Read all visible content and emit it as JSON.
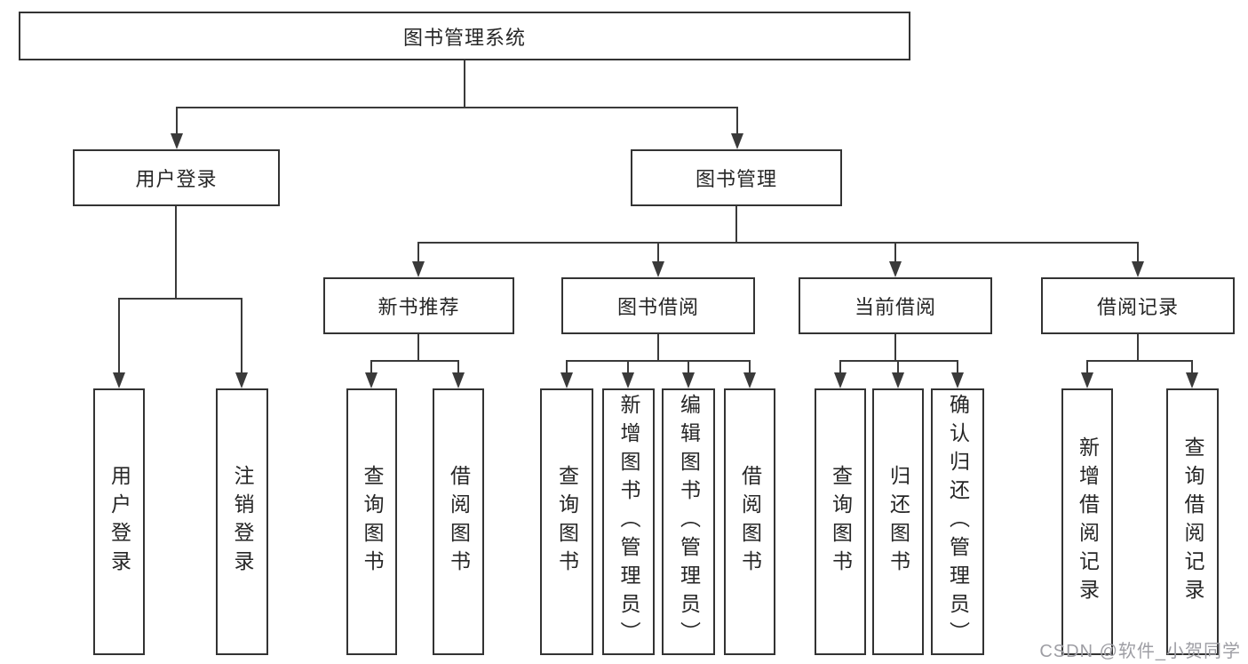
{
  "nodes": {
    "root": "图书管理系统",
    "user_login": "用户登录",
    "book_mgmt": "图书管理",
    "new_book_rec": "新书推荐",
    "book_borrow": "图书借阅",
    "current_borrow": "当前借阅",
    "borrow_records": "借阅记录",
    "leaf_login": "用户登录",
    "leaf_logout": "注销登录",
    "leaf_nb_query": "查询图书",
    "leaf_nb_borrow": "借阅图书",
    "leaf_bb_query": "查询图书",
    "leaf_bb_add": "新增图书（管理员）",
    "leaf_bb_edit": "编辑图书（管理员）",
    "leaf_bb_borrow": "借阅图书",
    "leaf_cb_query": "查询图书",
    "leaf_cb_return": "归还图书",
    "leaf_cb_confirm": "确认归还（管理员）",
    "leaf_br_add": "新增借阅记录",
    "leaf_br_query": "查询借阅记录"
  },
  "colors": {
    "line": "#3a3a3a",
    "border": "#333333",
    "text": "#262626",
    "background": "#ffffff",
    "watermark": "#9e9ea4"
  },
  "watermark": "CSDN @软件_小贺同学"
}
